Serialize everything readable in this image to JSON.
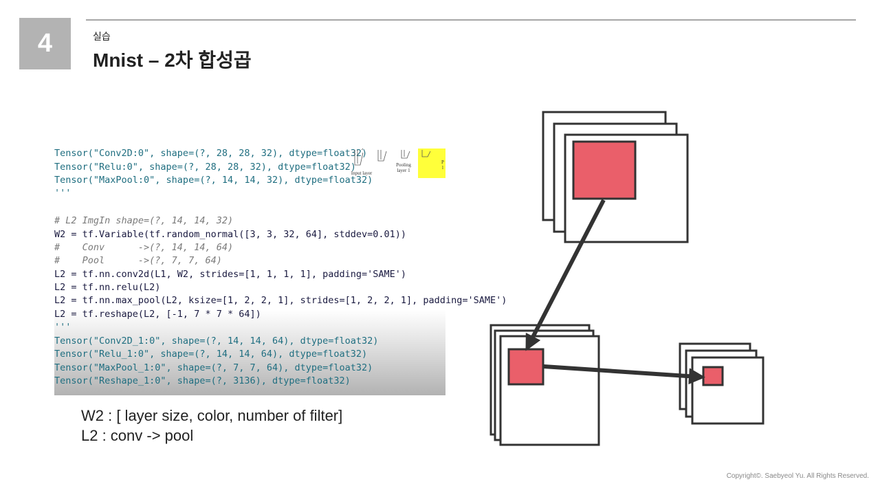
{
  "slide": {
    "number": "4",
    "subtitle": "실습",
    "title": "Mnist – 2차 합성곱"
  },
  "code": {
    "output1": [
      "Tensor(\"Conv2D:0\", shape=(?, 28, 28, 32), dtype=float32)",
      "Tensor(\"Relu:0\", shape=(?, 28, 28, 32), dtype=float32)",
      "Tensor(\"MaxPool:0\", shape=(?, 14, 14, 32), dtype=float32)",
      "'''"
    ],
    "comment_imgin": "# L2 ImgIn shape=(?, 14, 14, 32)",
    "w2_line": "W2 = tf.Variable(tf.random_normal([3, 3, 32, 64], stddev=0.01))",
    "comment_conv": "#    Conv      ->(?, 14, 14, 64)",
    "comment_pool": "#    Pool      ->(?, 7, 7, 64)",
    "l2_conv": "L2 = tf.nn.conv2d(L1, W2, strides=[1, 1, 1, 1], padding='SAME')",
    "l2_relu": "L2 = tf.nn.relu(L2)",
    "l2_pool": "L2 = tf.nn.max_pool(L2, ksize=[1, 2, 2, 1], strides=[1, 2, 2, 1], padding='SAME')",
    "l2_reshape": "L2 = tf.reshape(L2, [-1, 7 * 7 * 64])",
    "quotes": "'''",
    "output2": [
      "Tensor(\"Conv2D_1:0\", shape=(?, 14, 14, 64), dtype=float32)",
      "Tensor(\"Relu_1:0\", shape=(?, 14, 14, 64), dtype=float32)",
      "Tensor(\"MaxPool_1:0\", shape=(?, 7, 7, 64), dtype=float32)",
      "Tensor(\"Reshape_1:0\", shape=(?, 3136), dtype=float32)"
    ]
  },
  "thumbnail": {
    "input_label": "Input layer",
    "pooling_label_1": "Pooling",
    "pooling_label_2": "layer 1",
    "cut_label_1": "P",
    "cut_label_2": "l"
  },
  "captions": {
    "w2": "W2 : [ layer size, color, number of filter]",
    "l2": "L2 : conv -> pool"
  },
  "diagram": {
    "fill_color": "#ea5f6a",
    "stroke_color": "#333333"
  },
  "footer": {
    "copyright": "Copyright©. Saebyeol Yu. All Rights Reserved."
  }
}
